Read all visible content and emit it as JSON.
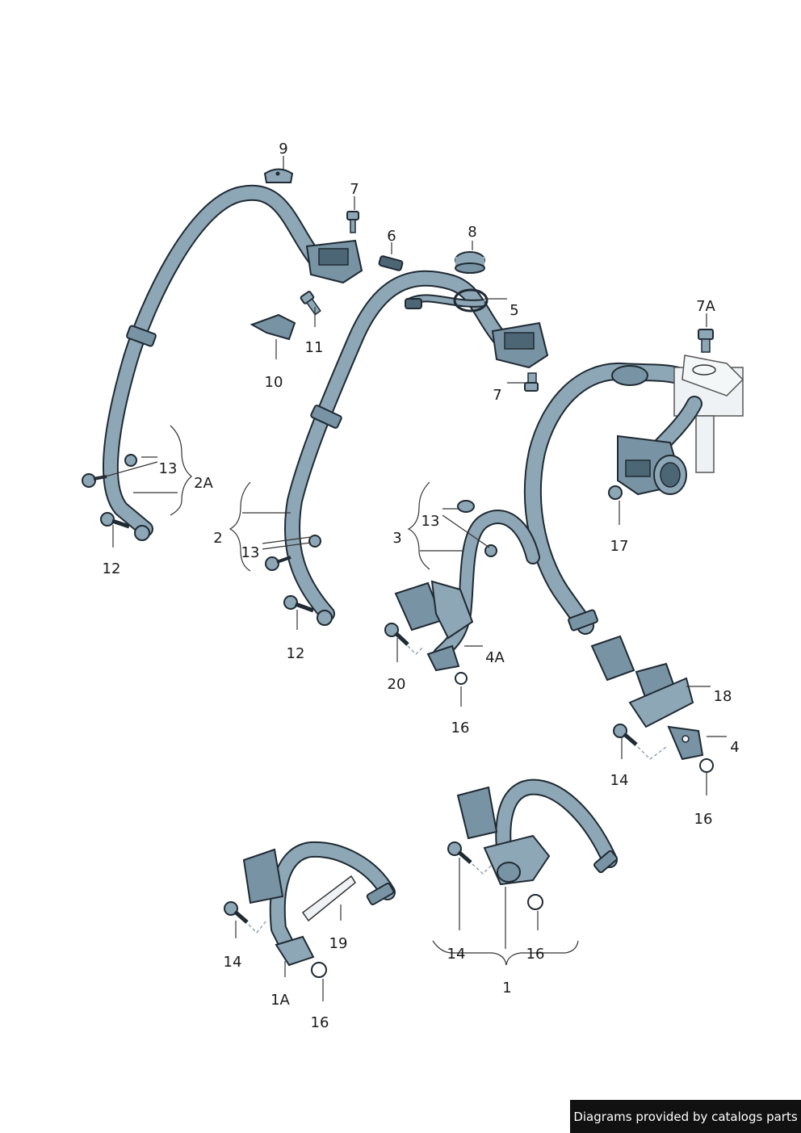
{
  "colors": {
    "belt_outline": "#1f2a33",
    "belt_fill": "#8ea7b6",
    "part_fill": "#7893a3",
    "part_dark": "#4d6675",
    "leader": "#333333",
    "credit_bg": "#111111",
    "credit_text": "#ffffff"
  },
  "labels": {
    "l9": "9",
    "l7a": "7",
    "l6": "6",
    "l8": "8",
    "l5": "5",
    "l11": "11",
    "l10": "10",
    "l7b": "7",
    "l7A": "7A",
    "l13a": "13",
    "l2A": "2A",
    "l12a": "12",
    "l2": "2",
    "l13b": "13",
    "l12b": "12",
    "l3": "3",
    "l13c": "13",
    "l4A": "4A",
    "l20": "20",
    "l16a": "16",
    "l17": "17",
    "l18": "18",
    "l4": "4",
    "l14a": "14",
    "l16b": "16",
    "l19": "19",
    "l14b": "14",
    "l1A": "1A",
    "l16c": "16",
    "l14c": "14",
    "l16d": "16",
    "l1": "1"
  },
  "footer": {
    "credit": "Diagrams provided by catalogs parts"
  }
}
